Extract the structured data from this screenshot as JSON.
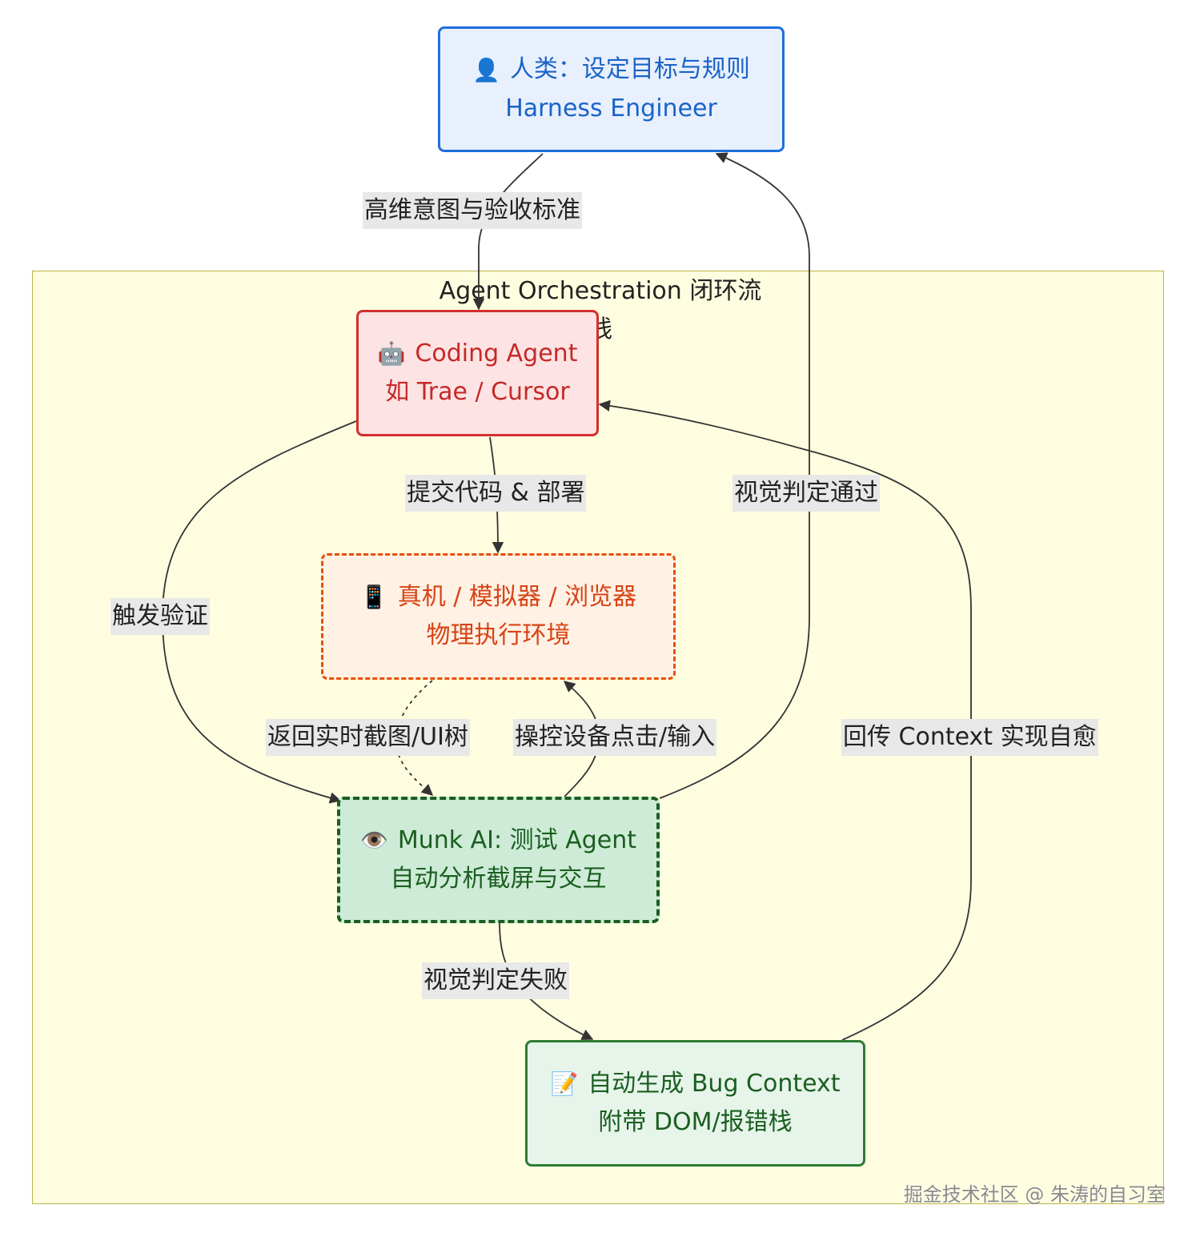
{
  "cluster": {
    "title": "Agent Orchestration 闭环流线"
  },
  "nodes": {
    "human": {
      "icon": "👤",
      "line1": "人类：设定目标与规则",
      "line2": "Harness Engineer"
    },
    "coding": {
      "icon": "🤖",
      "line1": "Coding Agent",
      "line2": "如 Trae / Cursor"
    },
    "device": {
      "icon": "📱",
      "line1": "真机 / 模拟器 / 浏览器",
      "line2": "物理执行环境"
    },
    "munk": {
      "icon": "👁️",
      "line1": "Munk AI: 测试 Agent",
      "line2": "自动分析截屏与交互"
    },
    "bug": {
      "icon": "📝",
      "line1": "自动生成 Bug Context",
      "line2": "附带 DOM/报错栈"
    }
  },
  "edges": {
    "intent": "高维意图与验收标准",
    "commit": "提交代码 & 部署",
    "trigger": "触发验证",
    "screenshot": "返回实时截图/UI树",
    "control": "操控设备点击/输入",
    "pass": "视觉判定通过",
    "fail": "视觉判定失败",
    "context": "回传 Context 实现自愈"
  },
  "colors": {
    "human": "#1e6fdc",
    "coding": "#d32f2f",
    "device": "#e65100",
    "munk": "#1b5e20",
    "bug": "#2e7d32",
    "cluster": "#fffde0"
  },
  "watermark": "掘金技术社区 @ 朱涛的自习室"
}
